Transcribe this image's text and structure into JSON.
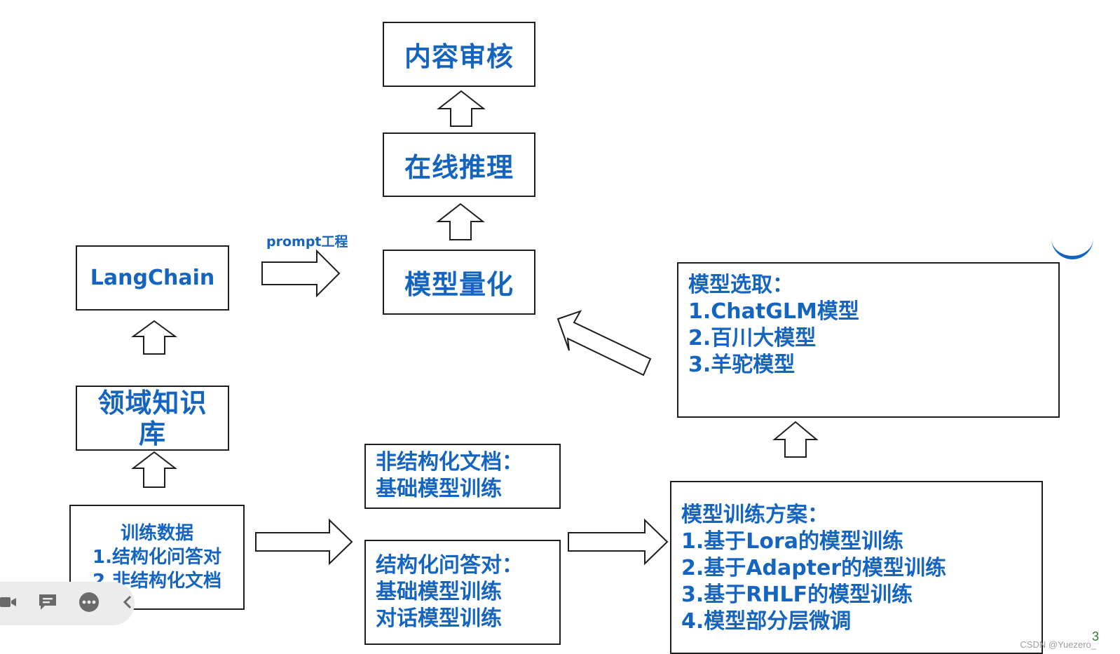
{
  "boxes": {
    "content_review": "内容审核",
    "online_inference": "在线推理",
    "model_quantization": "模型量化",
    "langchain": "LangChain",
    "domain_kb": "领域知识库",
    "model_selection": {
      "title": "模型选取：",
      "items": [
        "1.ChatGLM模型",
        "2.百川大模型",
        "3.羊驼模型"
      ]
    },
    "training_data": {
      "title": "训练数据",
      "items": [
        "1.结构化问答对",
        "2.非结构化文档"
      ]
    },
    "unstructured_docs": {
      "title": "非结构化文档：",
      "items": [
        "基础模型训练"
      ]
    },
    "structured_qa": {
      "title": "结构化问答对：",
      "items": [
        "基础模型训练",
        "对话模型训练"
      ]
    },
    "training_plan": {
      "title": "模型训练方案：",
      "items": [
        "1.基于Lora的模型训练",
        "2.基于Adapter的模型训练",
        "3.基于RHLF的模型训练",
        "4.模型部分层微调"
      ]
    }
  },
  "prompt_label": "prompt工程",
  "watermark": "CSDN @Yuezero_",
  "page_number": "3",
  "toolbar": {
    "icons": [
      "camera-icon",
      "comment-icon",
      "more-icon",
      "chevron-left-icon"
    ]
  },
  "colors": {
    "text_blue": "#1565c0",
    "border": "#1e1e1e",
    "toolbar_bg": "#ececec"
  }
}
